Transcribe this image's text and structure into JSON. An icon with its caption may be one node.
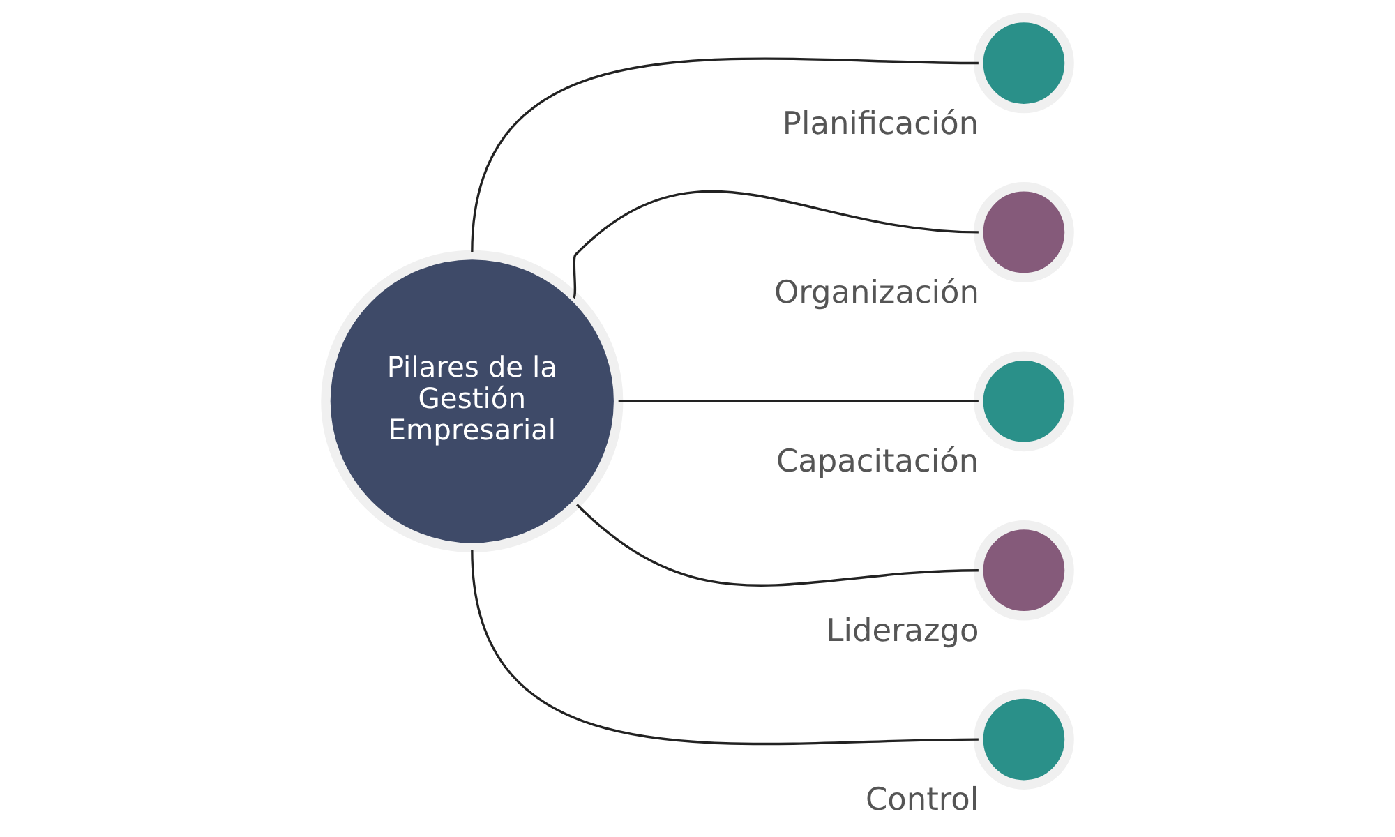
{
  "diagram": {
    "nodes": [
      {
        "text": [
          "Pilares de la Gestión Empresarial"
        ]
      },
      {
        "text": [],
        "shape": "circle",
        "beside": [
          "Planificación"
        ]
      },
      {
        "text": [],
        "shape": "circle",
        "beside": [
          "Organización"
        ]
      },
      {
        "text": [],
        "shape": "circle",
        "beside": [
          "Capacitación"
        ]
      },
      {
        "text": [],
        "shape": "circle",
        "beside": [
          "Liderazgo"
        ]
      },
      {
        "text": [],
        "shape": "circle",
        "beside": [
          "Control"
        ]
      }
    ],
    "edges": [
      {
        "from": 0,
        "to": 1,
        "arrow": "none"
      },
      {
        "from": 0,
        "to": 2,
        "arrow": "none"
      },
      {
        "from": 0,
        "to": 3,
        "arrow": "none"
      },
      {
        "from": 0,
        "to": 4,
        "arrow": "none"
      },
      {
        "from": 0,
        "to": 5,
        "arrow": "none"
      }
    ]
  }
}
